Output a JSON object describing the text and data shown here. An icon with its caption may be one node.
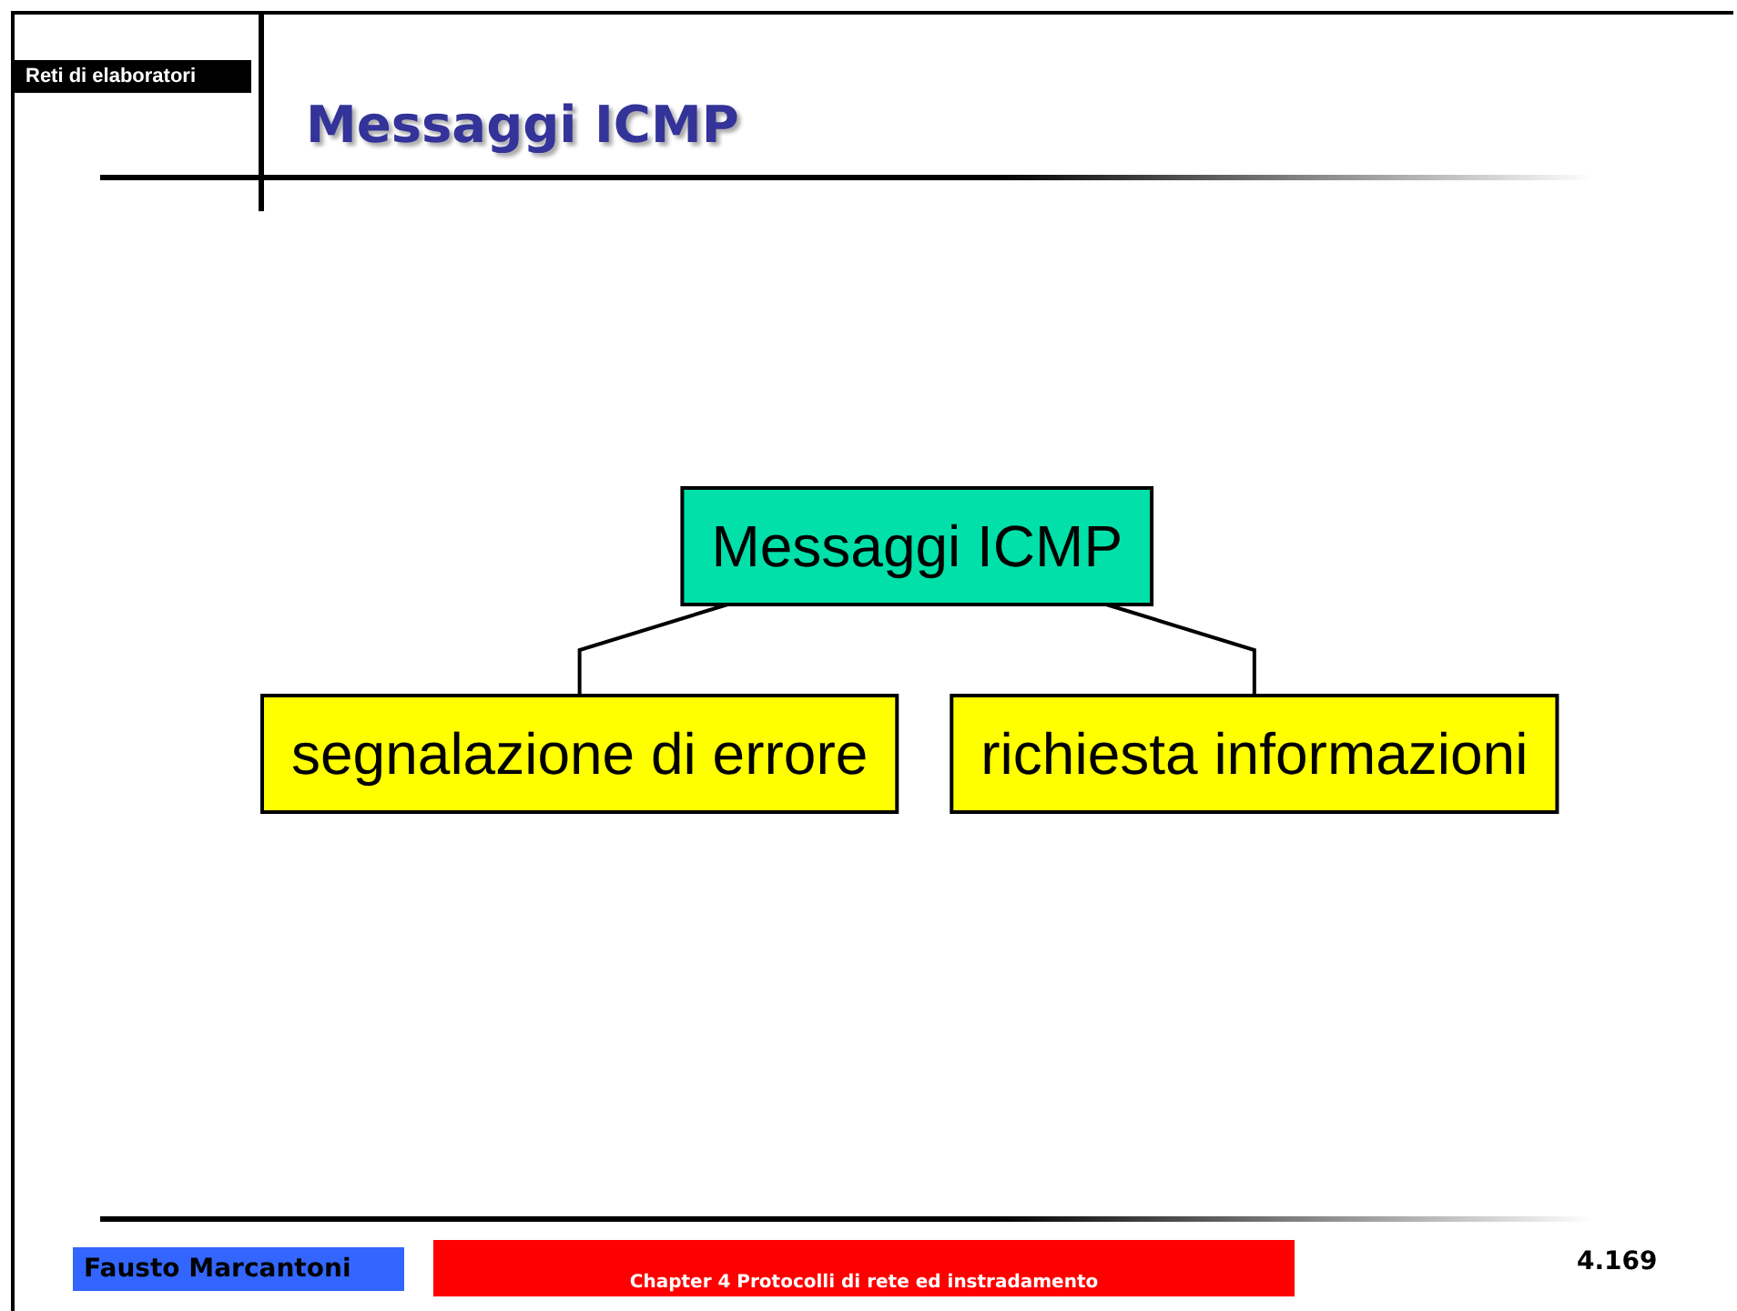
{
  "diagram": {
    "title": "Messaggi ICMP",
    "nodes": [
      {
        "text": [
          "Messaggi ICMP"
        ]
      },
      {
        "text": [
          "segnalazione di errore"
        ]
      },
      {
        "text": [
          "richiesta informazioni"
        ]
      }
    ],
    "edges": [
      {
        "from": 0,
        "to": 1,
        "arrow": "none"
      },
      {
        "from": 0,
        "to": 2,
        "arrow": "none"
      }
    ],
    "labels": [
      "Reti di elaboratori",
      "Fausto Marcantoni",
      "Chapter 4  Protocolli di rete ed instradamento",
      "4.169"
    ]
  }
}
